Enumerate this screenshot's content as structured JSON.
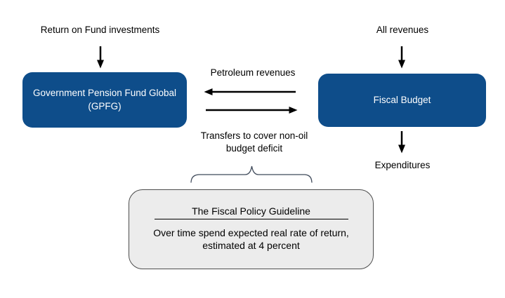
{
  "labels": {
    "return_on_fund": "Return on Fund investments",
    "all_revenues": "All revenues",
    "petroleum_revenues": "Petroleum revenues",
    "transfers": "Transfers to cover non-oil\nbudget deficit",
    "expenditures": "Expenditures"
  },
  "nodes": {
    "gpfg": {
      "label": "Government Pension Fund Global\n(GPFG)"
    },
    "fiscal_budget": {
      "label": "Fiscal Budget"
    }
  },
  "guideline": {
    "title": "The Fiscal Policy Guideline",
    "body": "Over time spend expected real rate of return,\nestimated at 4 percent"
  },
  "colors": {
    "node_fill": "#0E4D8A",
    "node_text": "#FFFFFF",
    "arrow": "#000000",
    "brace": "#3F4A5A",
    "guideline_fill": "#ECECEC",
    "guideline_border": "#4D4D4D",
    "background": "#FFFFFF",
    "text": "#000000"
  }
}
